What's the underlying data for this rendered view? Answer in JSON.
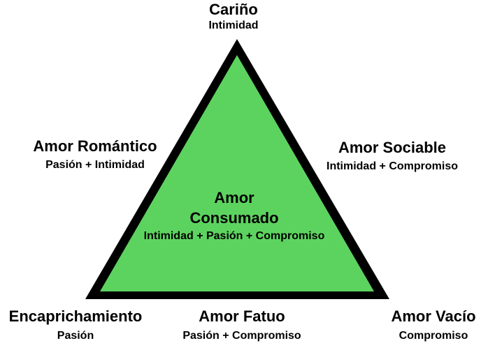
{
  "colors": {
    "fill": "#5dd35f",
    "outline": "#000000"
  },
  "apex_top": {
    "title": "Cariño",
    "subtitle": "Intimidad"
  },
  "side_left": {
    "title": "Amor Romántico",
    "subtitle": "Pasión + Intimidad"
  },
  "side_right": {
    "title": "Amor Sociable",
    "subtitle": "Intimidad + Compromiso"
  },
  "center": {
    "title_line1": "Amor",
    "title_line2": "Consumado",
    "subtitle": "Intimidad + Pasión + Compromiso"
  },
  "corner_left": {
    "title": "Encaprichamiento",
    "subtitle": "Pasión"
  },
  "bottom_mid": {
    "title": "Amor Fatuo",
    "subtitle": "Pasión + Compromiso"
  },
  "corner_right": {
    "title": "Amor Vacío",
    "subtitle": "Compromiso"
  }
}
